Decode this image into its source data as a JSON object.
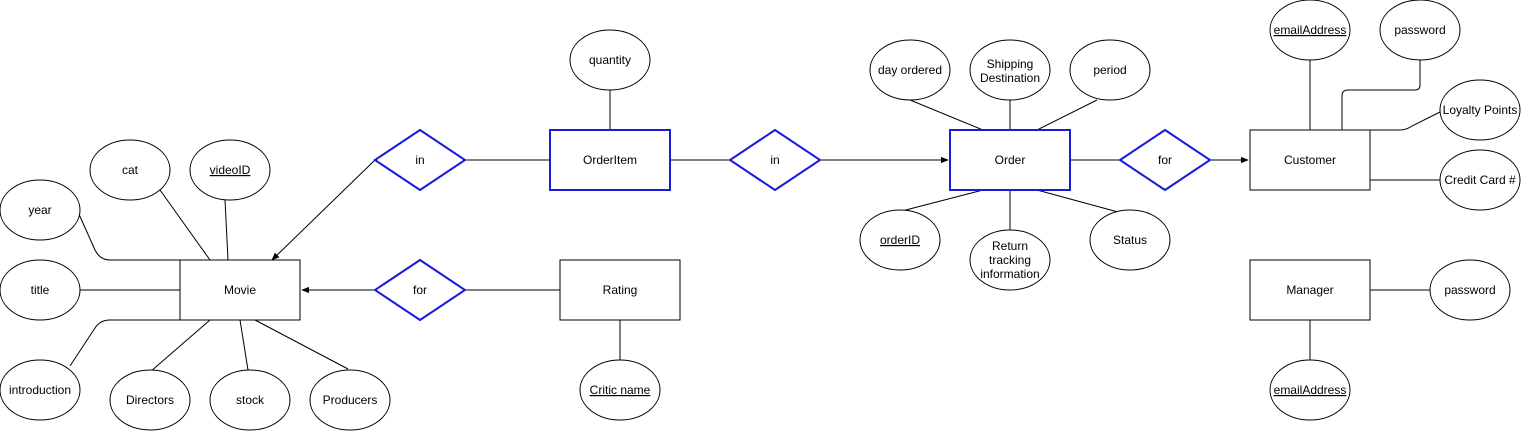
{
  "colors": {
    "relationship_stroke": "#1a1adc",
    "line": "#000000",
    "background": "#ffffff"
  },
  "entities": {
    "movie": "Movie",
    "order_item": "OrderItem",
    "order": "Order",
    "customer": "Customer",
    "rating": "Rating",
    "manager": "Manager"
  },
  "relationships": {
    "in_1": "in",
    "in_2": "in",
    "for_1": "for",
    "for_2": "for"
  },
  "attributes": {
    "cat": "cat",
    "video_id": "videoID",
    "year": "year",
    "title": "title",
    "introduction": "introduction",
    "directors": "Directors",
    "stock": "stock",
    "producers": "Producers",
    "quantity": "quantity",
    "critic_name": "Critic name",
    "day_ordered": "day ordered",
    "shipping_destination": [
      "Shipping",
      "Destination"
    ],
    "period": "period",
    "order_id": "orderID",
    "return_tracking": [
      "Return",
      "tracking",
      "information"
    ],
    "status": "Status",
    "customer_email": "emailAddress",
    "customer_password": "password",
    "loyalty_points": "Loyalty Points",
    "credit_card": "Credit Card #",
    "manager_password": "password",
    "manager_email": "emailAddress"
  }
}
